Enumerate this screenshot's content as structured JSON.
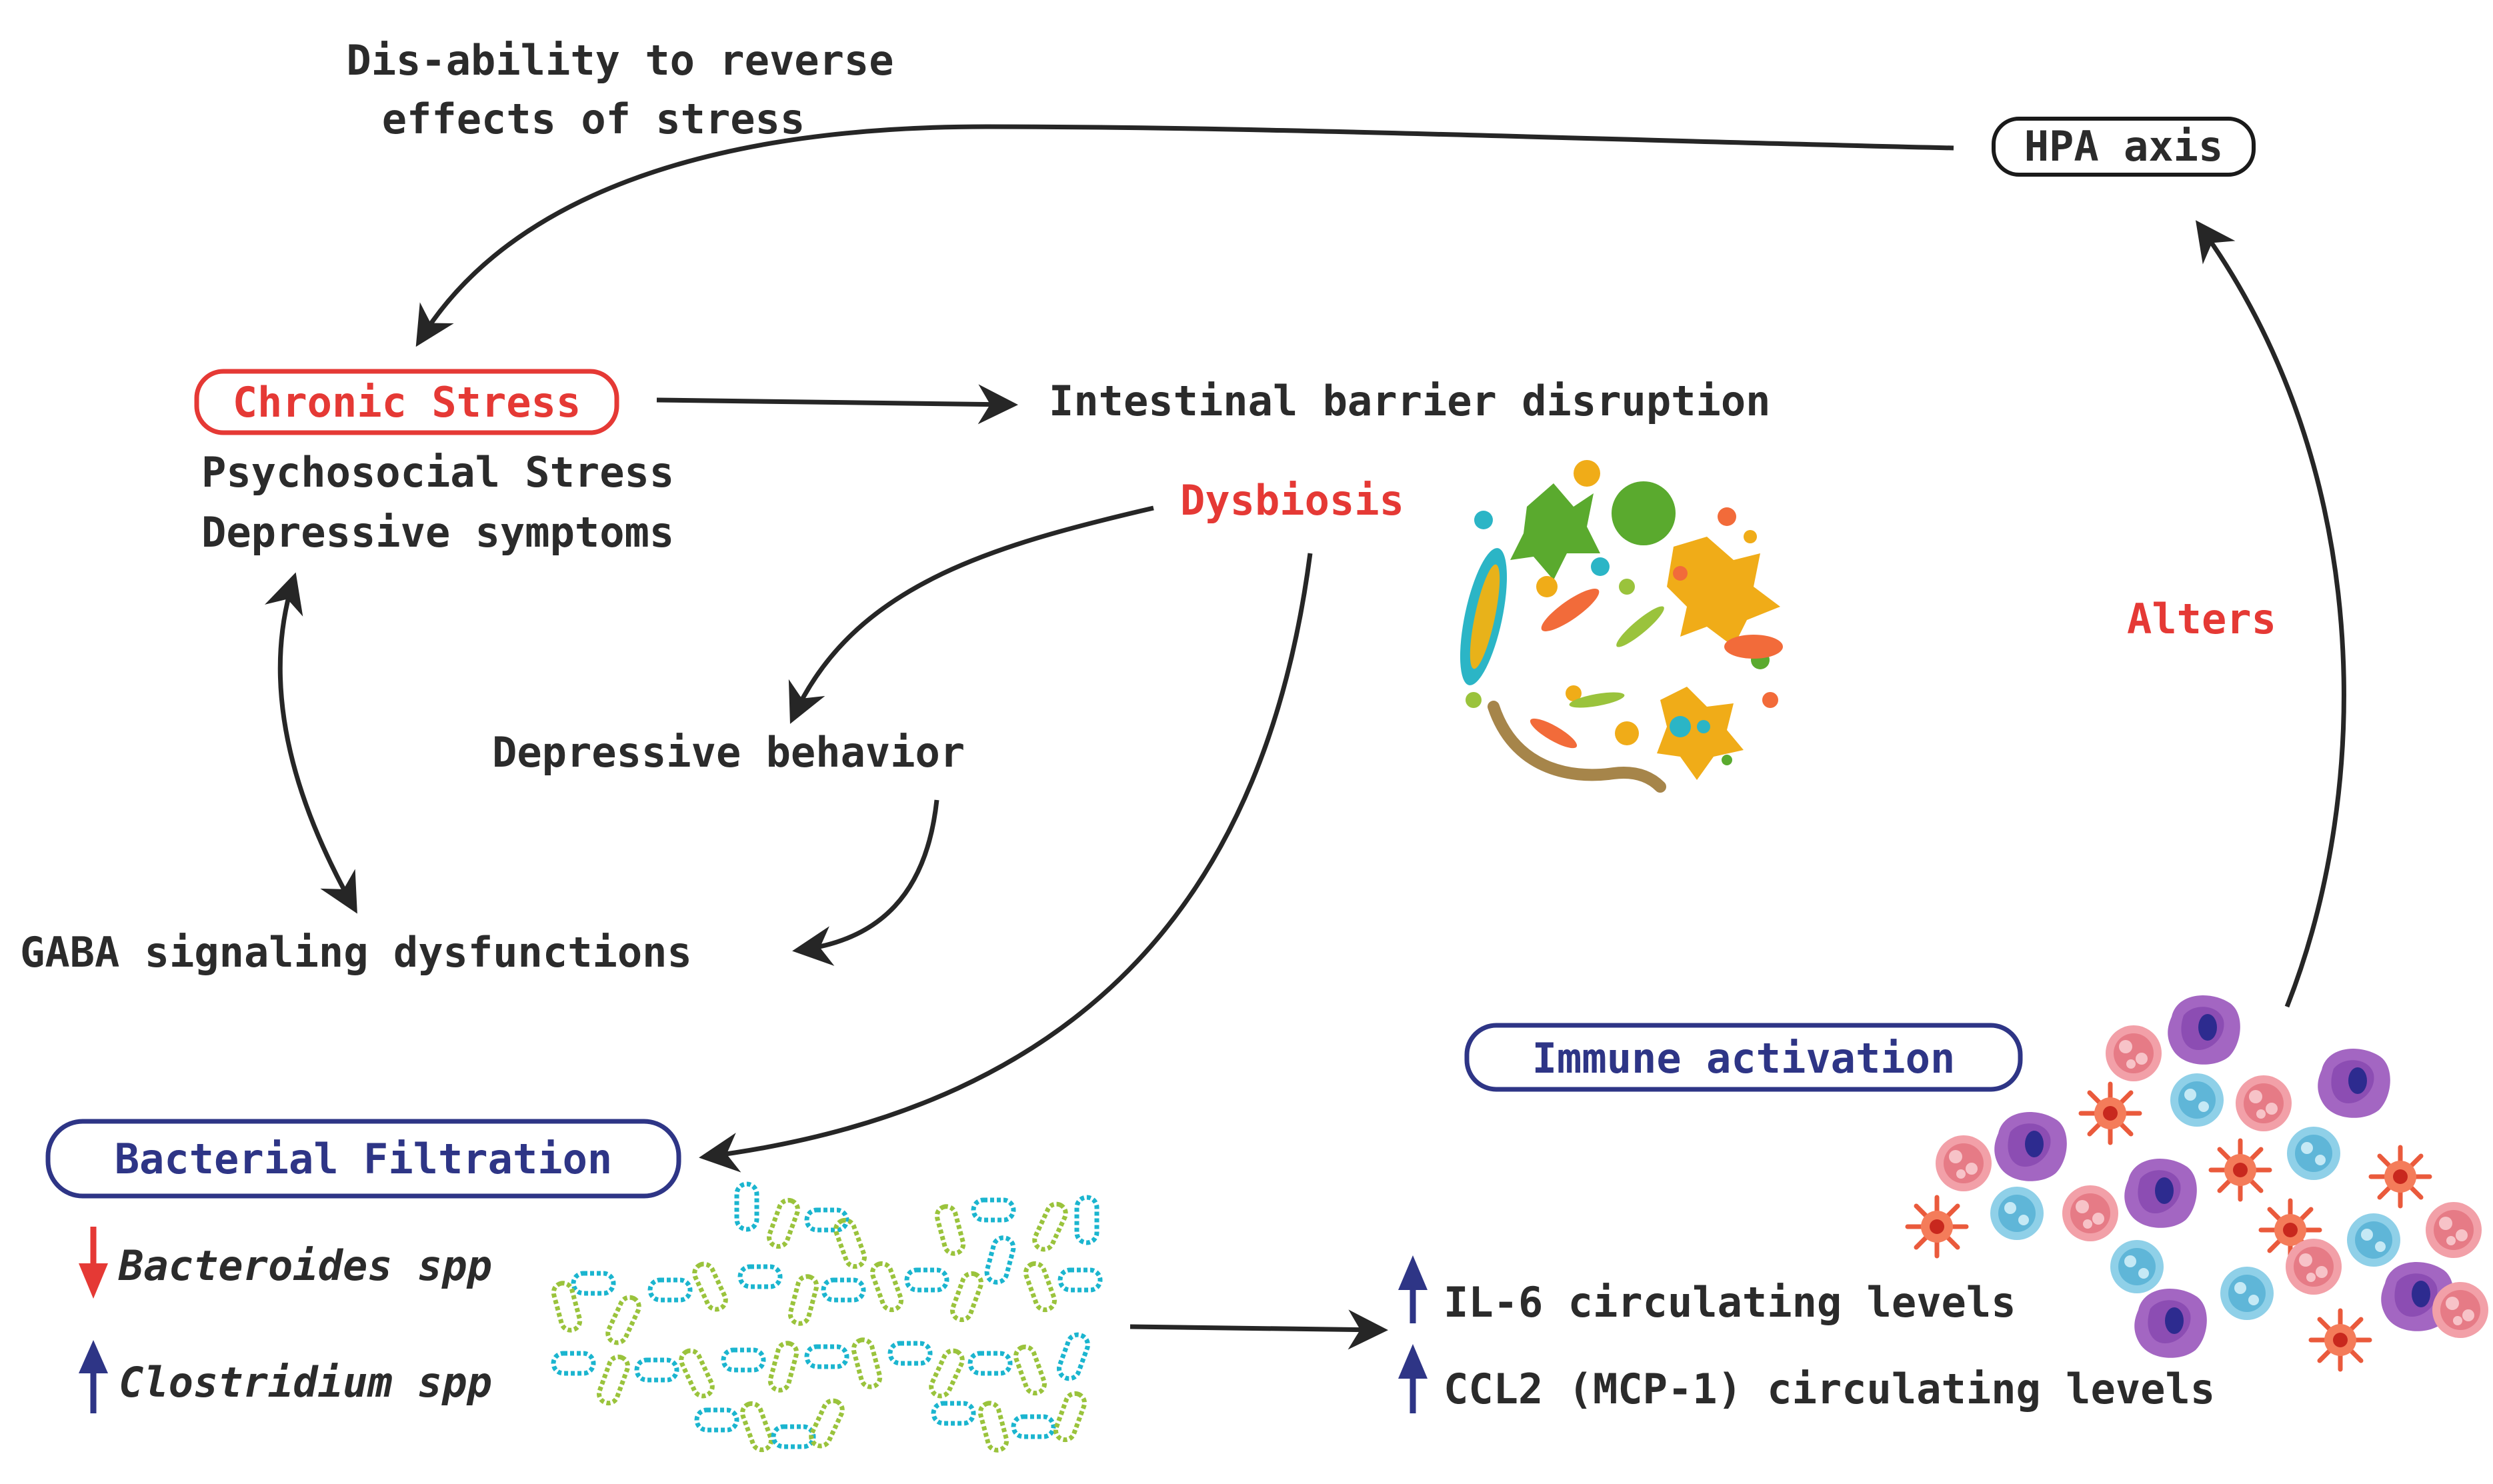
{
  "nodes": {
    "disability": [
      "Dis-ability to reverse",
      "effects of stress"
    ],
    "hpa_axis": "HPA axis",
    "chronic_stress": "Chronic Stress",
    "psychosocial": "Psychosocial Stress",
    "depressive_symptoms": "Depressive symptoms",
    "intestinal": "Intestinal barrier disruption",
    "dysbiosis": "Dysbiosis",
    "alters": "Alters",
    "depressive_behavior": "Depressive behavior",
    "gaba": "GABA signaling dysfunctions",
    "immune": "Immune activation",
    "bacterial": "Bacterial Filtration",
    "bacteroides": "Bacteroides spp",
    "clostridium": "Clostridium spp",
    "il6": "IL-6 circulating levels",
    "ccl2": "CCL2 (MCP-1) circulating levels"
  },
  "colors": {
    "text": "#2b2b2b",
    "accent_red": "#e53935",
    "accent_navy": "#2e3586",
    "arrow": "#262626",
    "bacteria_green": "#9ac33c",
    "bacteria_cyan": "#1bb5cf"
  },
  "icons": [
    "microbiome-cluster-icon",
    "rod-bacteria-icon",
    "immune-cells-icon",
    "down-arrow-icon",
    "up-arrow-icon"
  ]
}
